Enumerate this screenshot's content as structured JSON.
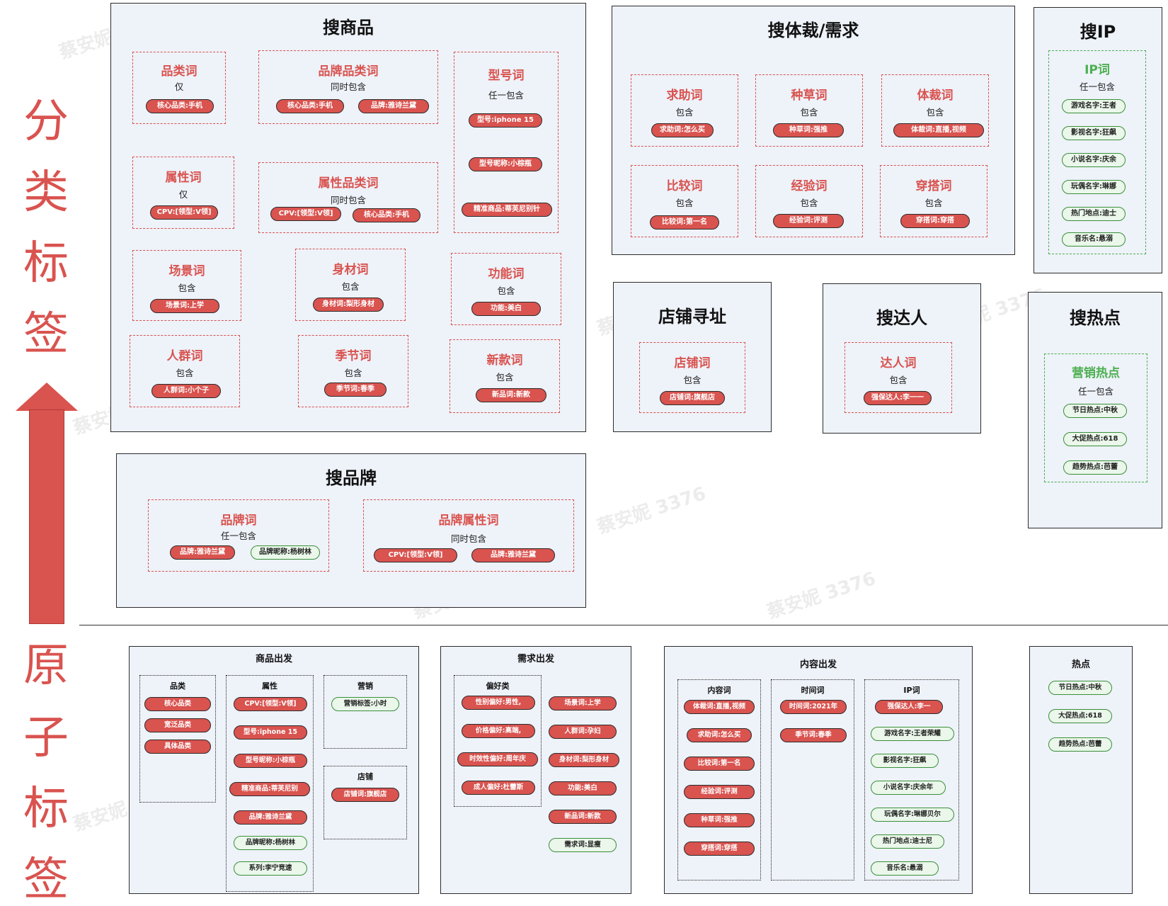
{
  "side": {
    "top_chars": [
      "分",
      "类",
      "标",
      "签"
    ],
    "bottom_chars": [
      "原",
      "子",
      "标",
      "签"
    ]
  },
  "watermark": "蔡安妮 3376",
  "search_goods": {
    "title": "搜商品",
    "category": {
      "title": "品类词",
      "note": "仅",
      "pills": [
        "核心品类:手机"
      ]
    },
    "brand_category": {
      "title": "品牌品类词",
      "note": "同时包含",
      "pills": [
        "核心品类:手机",
        "品牌:雅诗兰黛"
      ]
    },
    "model": {
      "title": "型号词",
      "note": "任一包含",
      "pills": [
        "型号:iphone 15",
        "型号昵称:小棕瓶",
        "精准商品:蒂芙尼别针"
      ]
    },
    "attribute": {
      "title": "属性词",
      "note": "仅",
      "pills": [
        "CPV:[领型:V领]"
      ]
    },
    "attr_category": {
      "title": "属性品类词",
      "note": "同时包含",
      "pills": [
        "CPV:[领型:V领]",
        "核心品类:手机"
      ]
    },
    "scene": {
      "title": "场景词",
      "note": "包含",
      "pills": [
        "场景词:上学"
      ]
    },
    "body": {
      "title": "身材词",
      "note": "包含",
      "pills": [
        "身材词:梨形身材"
      ]
    },
    "function": {
      "title": "功能词",
      "note": "包含",
      "pills": [
        "功能:美白"
      ]
    },
    "crowd": {
      "title": "人群词",
      "note": "包含",
      "pills": [
        "人群词:小个子"
      ]
    },
    "season": {
      "title": "季节词",
      "note": "包含",
      "pills": [
        "季节词:春季"
      ]
    },
    "new": {
      "title": "新款词",
      "note": "包含",
      "pills": [
        "新品词:新款"
      ]
    }
  },
  "search_brand": {
    "title": "搜品牌",
    "brand": {
      "title": "品牌词",
      "note": "任一包含",
      "pills": [
        "品牌:雅诗兰黛",
        "品牌昵称:杨树林"
      ]
    },
    "brand_attr": {
      "title": "品牌属性词",
      "note": "同时包含",
      "pills": [
        "CPV:[领型:V领]",
        "品牌:雅诗兰黛"
      ]
    }
  },
  "search_genre": {
    "title": "搜体裁/需求",
    "help": {
      "title": "求助词",
      "note": "包含",
      "pills": [
        "求助词:怎么买"
      ]
    },
    "grass": {
      "title": "种草词",
      "note": "包含",
      "pills": [
        "种草词:强推"
      ]
    },
    "genre": {
      "title": "体裁词",
      "note": "包含",
      "pills": [
        "体裁词:直播,视频"
      ]
    },
    "compare": {
      "title": "比较词",
      "note": "包含",
      "pills": [
        "比较词:第一名"
      ]
    },
    "exp": {
      "title": "经验词",
      "note": "包含",
      "pills": [
        "经验词:评测"
      ]
    },
    "wear": {
      "title": "穿搭词",
      "note": "包含",
      "pills": [
        "穿搭词:穿搭"
      ]
    }
  },
  "search_ip": {
    "title": "搜IP",
    "ip": {
      "title": "IP词",
      "note": "任一包含",
      "pills": [
        "游戏名字:王者",
        "影视名字:狂飙",
        "小说名字:庆余",
        "玩偶名字:琳娜",
        "热门地点:迪士",
        "音乐名:悬溺"
      ]
    }
  },
  "shop": {
    "title": "店铺寻址",
    "sub": {
      "title": "店铺词",
      "note": "包含",
      "pills": [
        "店铺词:旗舰店"
      ]
    }
  },
  "expert": {
    "title": "搜达人",
    "sub": {
      "title": "达人词",
      "note": "包含",
      "pills": [
        "强保达人:李一一"
      ]
    }
  },
  "hot": {
    "title": "搜热点",
    "sub": {
      "title": "营销热点",
      "note": "任一包含",
      "pills": [
        "节日热点:中秋",
        "大促热点:618",
        "趋势热点:芭蕾"
      ]
    }
  },
  "atomic": {
    "goods": {
      "title": "商品出发",
      "category": {
        "title": "品类",
        "pills": [
          "核心品类",
          "宽泛品类",
          "具体品类"
        ]
      },
      "attribute": {
        "title": "属性",
        "pills": [
          "CPV:[领型:V领]",
          "型号:iphone 15",
          "型号昵称:小棕瓶",
          "精准商品:蒂芙尼别",
          "品牌:雅诗兰黛",
          "品牌昵称:杨树林",
          "系列:李宁竞速"
        ]
      },
      "marketing": {
        "title": "营销",
        "pills": [
          "营销标签:小时"
        ]
      },
      "shop": {
        "title": "店铺",
        "pills": [
          "店铺词:旗舰店"
        ]
      }
    },
    "demand": {
      "title": "需求出发",
      "pref": {
        "title": "偏好类",
        "pills": [
          "性别偏好:男性,",
          "价格偏好:高端,",
          "时效性偏好:周年庆",
          "成人偏好:杜蕾斯"
        ]
      },
      "others": [
        "场景词:上学",
        "人群词:孕妇",
        "身材词:梨形身材",
        "功能:美白",
        "新品词:新款",
        "需求词:显瘦"
      ]
    },
    "content": {
      "title": "内容出发",
      "content_words": {
        "title": "内容词",
        "pills": [
          "体裁词:直播,视频",
          "求助词:怎么买",
          "比较词:第一名",
          "经验词:评测",
          "种草词:强推",
          "穿搭词:穿搭"
        ]
      },
      "time_words": {
        "title": "时间词",
        "pills": [
          "时间词:2021年",
          "季节词:春季"
        ]
      },
      "ip_words": {
        "title": "IP词",
        "pills": [
          "强保达人:李一",
          "游戏名字:王者荣耀",
          "影视名字:狂飙",
          "小说名字:庆余年",
          "玩偶名字:琳娜贝尔",
          "热门地点:迪士尼",
          "音乐名:悬溺"
        ]
      }
    },
    "hot": {
      "title": "热点",
      "pills": [
        "节日热点:中秋",
        "大促热点:618",
        "趋势热点:芭蕾"
      ]
    }
  },
  "colors": {
    "red": "#d9534f",
    "green": "#4caf50",
    "panel": "#eef2f9"
  }
}
